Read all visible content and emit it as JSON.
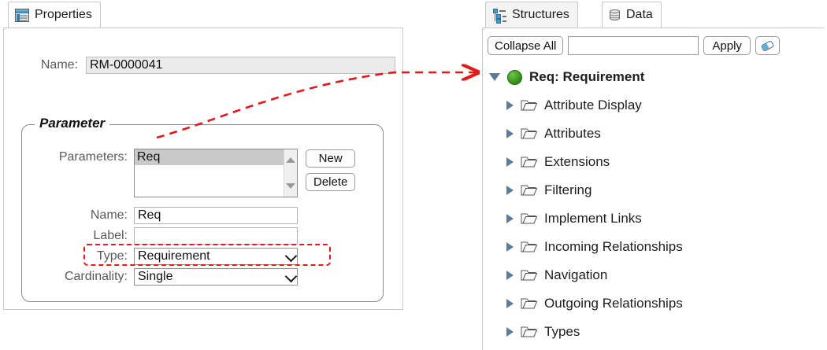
{
  "left_panel": {
    "tab": {
      "label": "Properties",
      "icon": "properties-table-icon"
    },
    "name_field": {
      "label": "Name:",
      "value": "RM-0000041"
    },
    "parameter_group": {
      "title": "Parameter",
      "parameters_label": "Parameters:",
      "list_items": [
        "Req"
      ],
      "selected_item": "Req",
      "buttons": {
        "new": "New",
        "delete": "Delete"
      },
      "rows": {
        "name_label": "Name:",
        "name_value": "Req",
        "label_label": "Label:",
        "label_value": "",
        "type_label": "Type:",
        "type_value": "Requirement",
        "cardinality_label": "Cardinality:",
        "cardinality_value": "Single"
      }
    }
  },
  "right_panel": {
    "tabs": [
      {
        "label": "Structures",
        "icon": "hierarchy-icon",
        "active": false
      },
      {
        "label": "Data",
        "icon": "database-icon",
        "active": true
      }
    ],
    "toolbar": {
      "collapse_all": "Collapse All",
      "filter_value": "",
      "apply": "Apply",
      "clear_icon": "eraser-icon"
    },
    "tree": {
      "root": {
        "label": "Req: Requirement",
        "icon": "green-circle-icon",
        "expanded": true
      },
      "children": [
        {
          "label": "Attribute Display",
          "icon": "folder-icon",
          "expanded": false
        },
        {
          "label": "Attributes",
          "icon": "folder-icon",
          "expanded": false
        },
        {
          "label": "Extensions",
          "icon": "folder-icon",
          "expanded": false
        },
        {
          "label": "Filtering",
          "icon": "folder-icon",
          "expanded": false
        },
        {
          "label": "Implement Links",
          "icon": "folder-icon",
          "expanded": false
        },
        {
          "label": "Incoming Relationships",
          "icon": "folder-icon",
          "expanded": false
        },
        {
          "label": "Navigation",
          "icon": "folder-icon",
          "expanded": false
        },
        {
          "label": "Outgoing Relationships",
          "icon": "folder-icon",
          "expanded": false
        },
        {
          "label": "Types",
          "icon": "folder-icon",
          "expanded": false
        }
      ]
    }
  },
  "annotations": {
    "color": "#e01b1b",
    "arrow": "curved-dashed-arrow-from-parameter-req-to-tree-root",
    "highlight": "dashed-box-around-type-row"
  }
}
